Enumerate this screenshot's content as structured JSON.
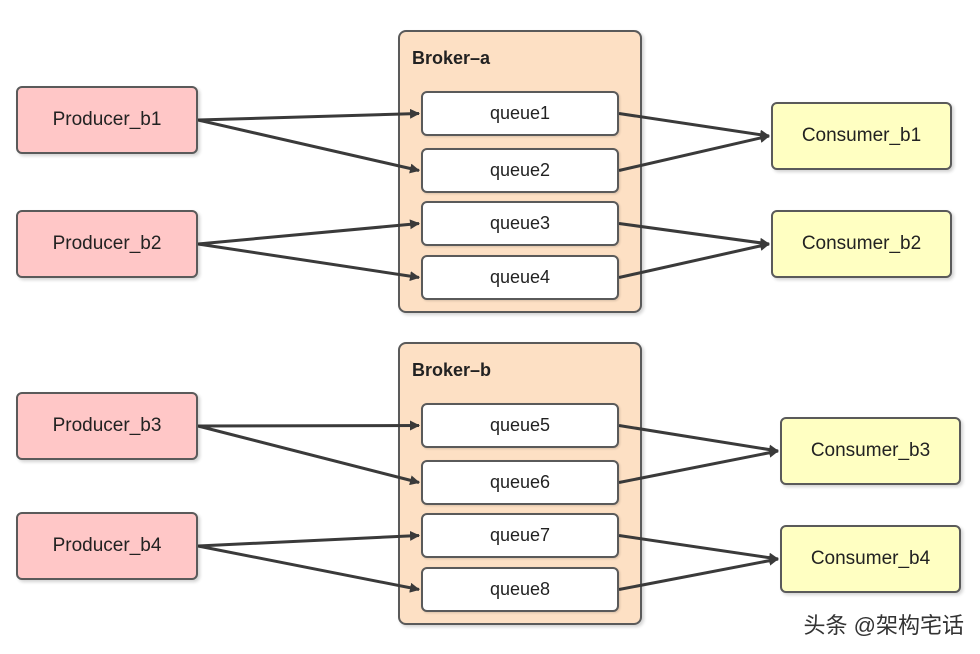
{
  "brokers": {
    "a": {
      "title": "Broker–a",
      "queues": [
        "queue1",
        "queue2",
        "queue3",
        "queue4"
      ]
    },
    "b": {
      "title": "Broker–b",
      "queues": [
        "queue5",
        "queue6",
        "queue7",
        "queue8"
      ]
    }
  },
  "producers": [
    "Producer_b1",
    "Producer_b2",
    "Producer_b3",
    "Producer_b4"
  ],
  "consumers": [
    "Consumer_b1",
    "Consumer_b2",
    "Consumer_b3",
    "Consumer_b4"
  ],
  "watermark": "头条 @架构宅话",
  "colors": {
    "producer_fill": "#ffc7c7",
    "consumer_fill": "#ffffc2",
    "broker_fill": "#fde0c4",
    "queue_fill": "#ffffff",
    "arrow": "#3a3a3a"
  },
  "edges": [
    {
      "from": "Producer_b1",
      "to": "queue1"
    },
    {
      "from": "Producer_b1",
      "to": "queue2"
    },
    {
      "from": "Producer_b2",
      "to": "queue3"
    },
    {
      "from": "Producer_b2",
      "to": "queue4"
    },
    {
      "from": "Producer_b3",
      "to": "queue5"
    },
    {
      "from": "Producer_b3",
      "to": "queue6"
    },
    {
      "from": "Producer_b4",
      "to": "queue7"
    },
    {
      "from": "Producer_b4",
      "to": "queue8"
    },
    {
      "from": "queue1",
      "to": "Consumer_b1"
    },
    {
      "from": "queue2",
      "to": "Consumer_b1"
    },
    {
      "from": "queue3",
      "to": "Consumer_b2"
    },
    {
      "from": "queue4",
      "to": "Consumer_b2"
    },
    {
      "from": "queue5",
      "to": "Consumer_b3"
    },
    {
      "from": "queue6",
      "to": "Consumer_b3"
    },
    {
      "from": "queue7",
      "to": "Consumer_b4"
    },
    {
      "from": "queue8",
      "to": "Consumer_b4"
    }
  ]
}
